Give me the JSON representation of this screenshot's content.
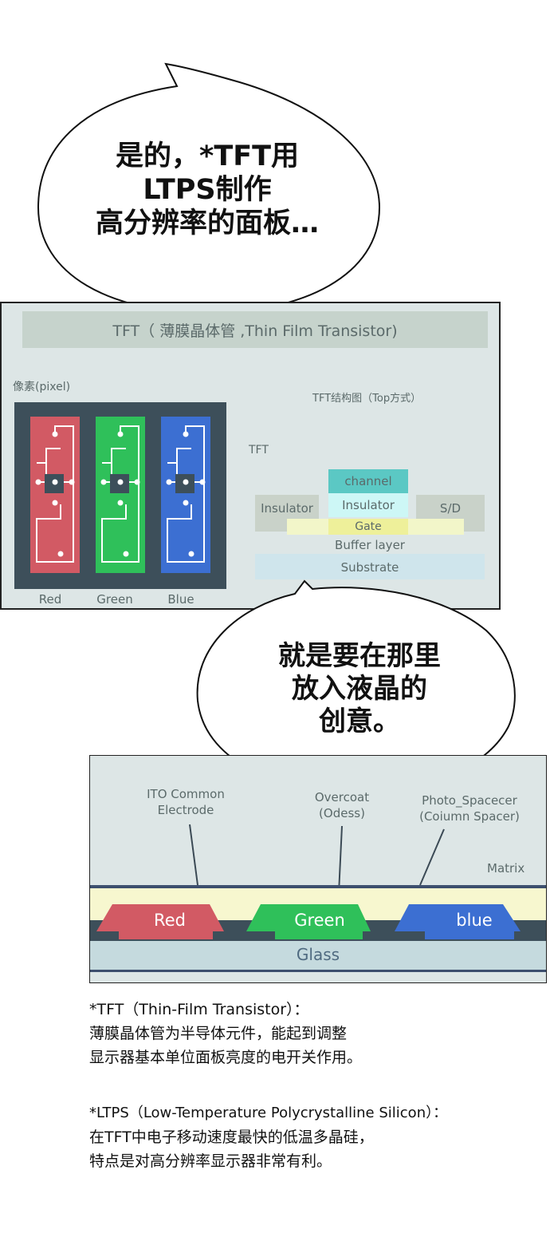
{
  "bubble1": {
    "lines": [
      "是的，*TFT用",
      "LTPS制作",
      "高分辨率的面板…"
    ]
  },
  "tft_panel": {
    "title": "TFT（ 薄膜晶体管 ,Thin Film Transistor)",
    "pixel_label": "像素(pixel)",
    "structure_title": "TFT结构图（Top方式）",
    "tft_label": "TFT",
    "subpixels": [
      "Red",
      "Green",
      "Blue"
    ],
    "layers": {
      "channel": "channel",
      "insulator_left": "Insulator",
      "insulator_mid": "Insulator",
      "sd": "S/D",
      "gate": "Gate",
      "buffer": "Buffer layer",
      "substrate": "Substrate"
    },
    "colors": {
      "red": "#d25a64",
      "green": "#2fc05a",
      "blue": "#3c6fd2",
      "channel": "#5bc8c4"
    }
  },
  "bubble2": {
    "lines": [
      "就是要在那里",
      "放入液晶的",
      "创意。"
    ]
  },
  "cf_panel": {
    "labels": {
      "ito": [
        "ITO Common",
        "Electrode"
      ],
      "overcoat": [
        "Overcoat",
        "(Odess)"
      ],
      "photo": [
        "Photo_Spacecer",
        "(Coiumn Spacer)"
      ],
      "matrix": "Matrix"
    },
    "filters": [
      "Red",
      "Green",
      "blue"
    ],
    "glass": "Glass"
  },
  "notes": {
    "tft": [
      "*TFT（Thin-Film Transistor）：",
      "薄膜晶体管为半导体元件，能起到调整",
      "显示器基本单位面板亮度的电开关作用。"
    ],
    "ltps": [
      "*LTPS（Low-Temperature Polycrystalline Silicon）：",
      "在TFT中电子移动速度最快的低温多晶硅，",
      "特点是对高分辨率显示器非常有利。"
    ]
  }
}
